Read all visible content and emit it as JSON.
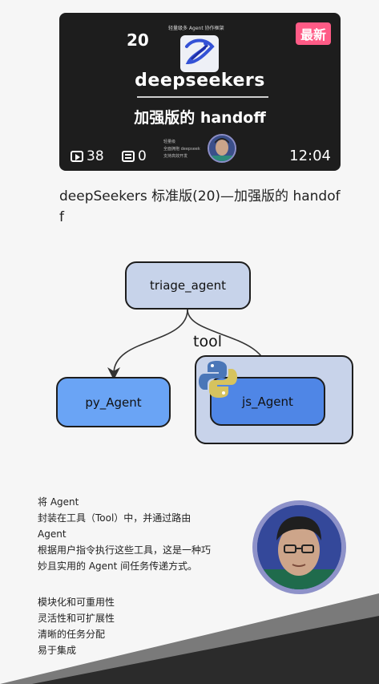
{
  "video": {
    "episode": "20",
    "top_caption": "轻量级多 Agent 协作框架",
    "badge": "最新",
    "brand": "deepseekers",
    "headline": "加强版的 handoff",
    "plays": "38",
    "comments": "0",
    "author_caption": [
      "轻量级",
      "全面拥抱 deepseek",
      "支持高效开发"
    ],
    "duration": "12:04",
    "title": "deepSeekers 标准版(20)—加强版的 handoff"
  },
  "diagram": {
    "nodes": {
      "triage": "triage_agent",
      "py": "py_Agent",
      "js": "js_Agent"
    },
    "tool_label": "tool",
    "colors": {
      "triage": "#c7d3ea",
      "py": "#6aa4f5",
      "js": "#4f86e6",
      "group": "#c8d3ea"
    }
  },
  "description": {
    "lines": [
      "将 Agent",
      "封装在工具（Tool）中，并通过路由",
      "Agent",
      "根据用户指令执行这些工具，这是一种巧",
      "妙且实用的 Agent 间任务传递方式。"
    ],
    "features": [
      "模块化和可重用性",
      "灵活性和可扩展性",
      "清晰的任务分配",
      "易于集成"
    ]
  }
}
